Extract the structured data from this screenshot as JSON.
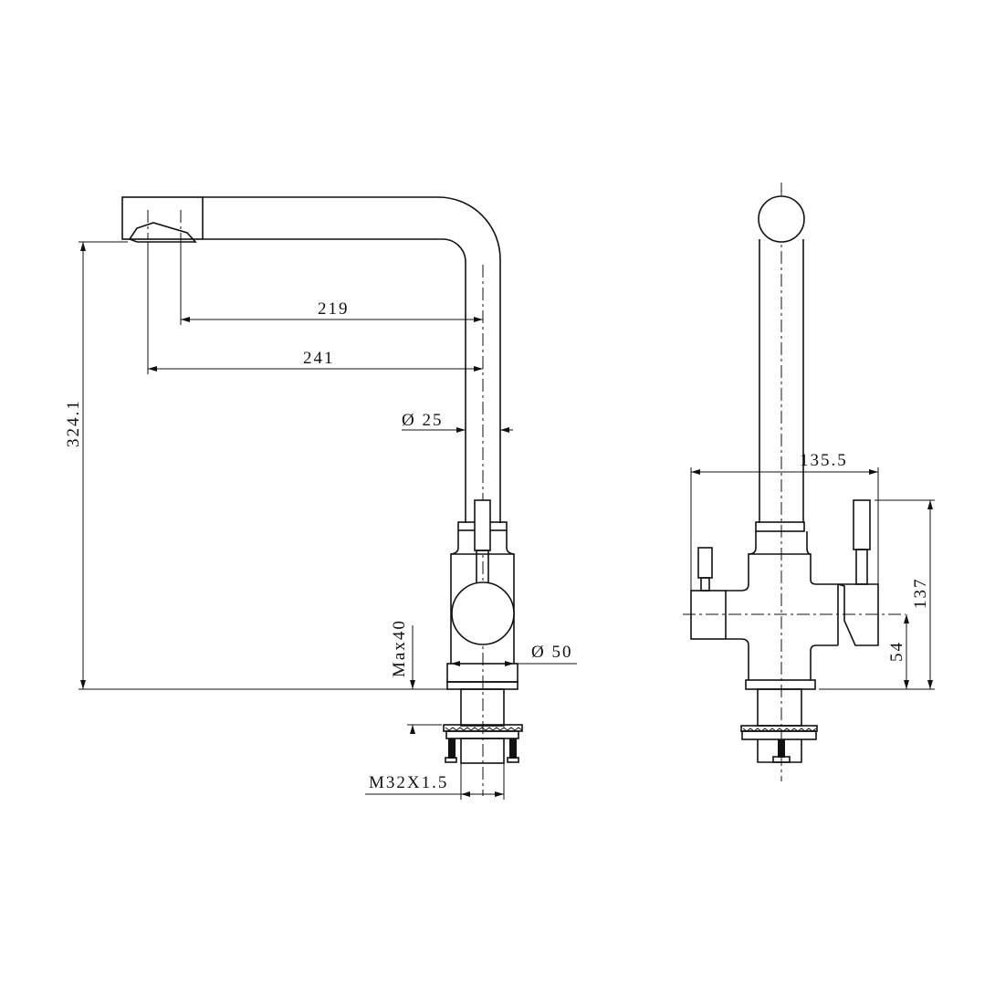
{
  "drawing": {
    "side_view": {
      "dim_height": "324.1",
      "dim_reach_inner": "219",
      "dim_reach_outer": "241",
      "dim_spout_diameter": "Ø 25",
      "dim_body_diameter": "Ø 50",
      "dim_max_thickness": "Max40",
      "dim_thread": "M32X1.5"
    },
    "front_view": {
      "dim_width": "135.5",
      "dim_handle_height": "137",
      "dim_axis_height": "54"
    }
  }
}
